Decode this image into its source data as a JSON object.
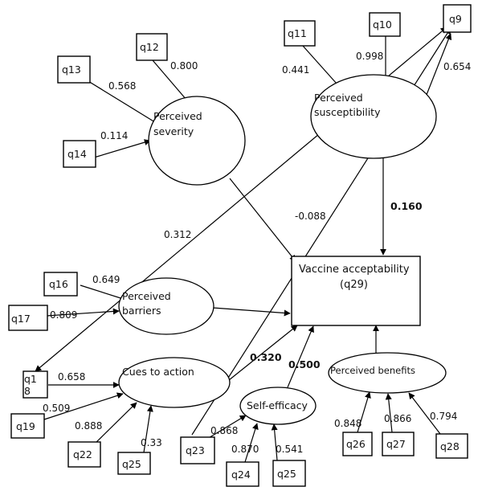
{
  "items": {
    "q9": "q9",
    "q10": "q10",
    "q11": "q11",
    "q12": "q12",
    "q13": "q13",
    "q14": "q14",
    "q16": "q16",
    "q17": "q17",
    "q18_line1": "q1",
    "q18_line2": "8",
    "q19": "q19",
    "q22": "q22",
    "q25a": "q25",
    "q23": "q23",
    "q24": "q24",
    "q25b": "q25",
    "q26": "q26",
    "q27": "q27",
    "q28": "q28"
  },
  "constructs": {
    "severity_line1": "Perceived",
    "severity_line2": "severity",
    "susceptibility_line1": "Perceived",
    "susceptibility_line2": "susceptibility",
    "barriers_line1": "Perceived",
    "barriers_line2": "barriers",
    "cues": "Cues to action",
    "self_efficacy": "Self-efficacy",
    "benefits": "Perceived benefits",
    "outcome_line1": "Vaccine acceptability",
    "outcome_line2": "(q29)"
  },
  "coefficients": {
    "q12": "0.800",
    "q13": "0.568",
    "q14": "0.114",
    "q11": "0.441",
    "q10": "0.998",
    "q9": "0.654",
    "q16": "0.649",
    "q17": "0.809",
    "q18": "0.658",
    "q19": "0.509",
    "q22": "0.888",
    "q25a": "0.33",
    "q23": "0.868",
    "q24": "0.870",
    "q25b": "0.541",
    "q26": "0.848",
    "q27": "0.866",
    "q28": "0.794",
    "severity_path": "0.312",
    "susceptibility_path": "0.160",
    "cross_path": "-0.088",
    "cues_path": "0.320",
    "self_efficacy_path": "0.500"
  }
}
